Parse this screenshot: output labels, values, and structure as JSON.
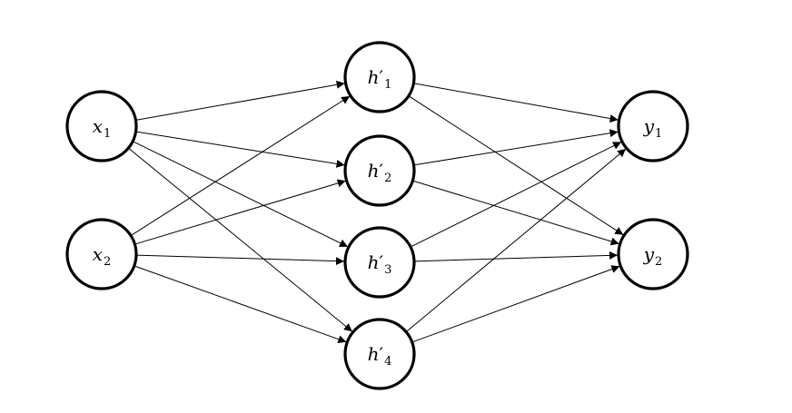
{
  "diagram": {
    "nodes": [
      {
        "id": "x1",
        "base": "x",
        "prime": "",
        "sub": "1",
        "layer": "input"
      },
      {
        "id": "x2",
        "base": "x",
        "prime": "",
        "sub": "2",
        "layer": "input"
      },
      {
        "id": "h1",
        "base": "h",
        "prime": "′",
        "sub": "1",
        "layer": "hidden"
      },
      {
        "id": "h2",
        "base": "h",
        "prime": "′",
        "sub": "2",
        "layer": "hidden"
      },
      {
        "id": "h3",
        "base": "h",
        "prime": "′",
        "sub": "3",
        "layer": "hidden"
      },
      {
        "id": "h4",
        "base": "h",
        "prime": "′",
        "sub": "4",
        "layer": "hidden"
      },
      {
        "id": "y1",
        "base": "y",
        "prime": "",
        "sub": "1",
        "layer": "output"
      },
      {
        "id": "y2",
        "base": "y",
        "prime": "",
        "sub": "2",
        "layer": "output"
      }
    ],
    "edges": [
      [
        "x1",
        "h1"
      ],
      [
        "x1",
        "h2"
      ],
      [
        "x1",
        "h3"
      ],
      [
        "x1",
        "h4"
      ],
      [
        "x2",
        "h1"
      ],
      [
        "x2",
        "h2"
      ],
      [
        "x2",
        "h3"
      ],
      [
        "x2",
        "h4"
      ],
      [
        "h1",
        "y1"
      ],
      [
        "h1",
        "y2"
      ],
      [
        "h2",
        "y1"
      ],
      [
        "h2",
        "y2"
      ],
      [
        "h3",
        "y1"
      ],
      [
        "h3",
        "y2"
      ],
      [
        "h4",
        "y1"
      ],
      [
        "h4",
        "y2"
      ]
    ],
    "colors": {
      "stroke": "#000000",
      "fill": "#ffffff"
    }
  }
}
